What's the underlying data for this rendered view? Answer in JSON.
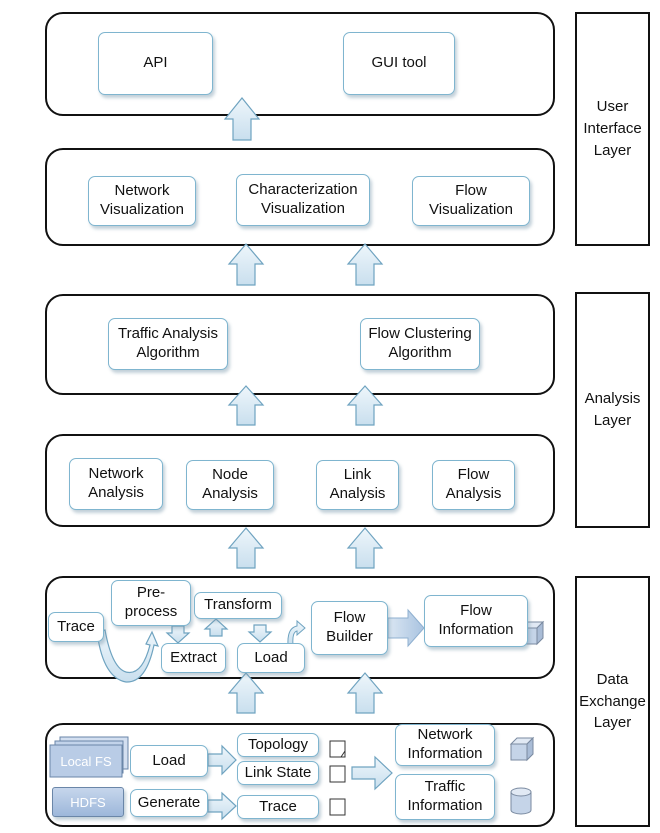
{
  "side_labels": {
    "user_interface": "User\nInterface\nLayer",
    "analysis": "Analysis\nLayer",
    "data_exchange": "Data\nExchange\nLayer"
  },
  "layer1": {
    "api": "API",
    "gui_tool": "GUI tool"
  },
  "layer2": {
    "network_visualization": "Network\nVisualization",
    "characterization_visualization": "Characterization\nVisualization",
    "flow_visualization": "Flow\nVisualization"
  },
  "layer3": {
    "traffic_analysis_algorithm": "Traffic Analysis\nAlgorithm",
    "flow_clustering_algorithm": "Flow Clustering\nAlgorithm"
  },
  "layer4": {
    "network_analysis": "Network\nAnalysis",
    "node_analysis": "Node\nAnalysis",
    "link_analysis": "Link\nAnalysis",
    "flow_analysis": "Flow\nAnalysis"
  },
  "layer5": {
    "trace": "Trace",
    "preprocess": "Pre-\nprocess",
    "transform": "Transform",
    "extract": "Extract",
    "load": "Load",
    "flow_builder": "Flow\nBuilder",
    "flow_information": "Flow\nInformation"
  },
  "layer6": {
    "local_fs": "Local FS",
    "hdfs": "HDFS",
    "load": "Load",
    "generate": "Generate",
    "topology": "Topology",
    "link_state": "Link State",
    "trace": "Trace",
    "network_information": "Network\nInformation",
    "traffic_information": "Traffic\nInformation"
  },
  "colors": {
    "box_border": "#7fb5cf",
    "arrow_fill": "#dcecf5",
    "arrow_stroke": "#6fa3c0",
    "storage_fill": "#c5d4e8"
  }
}
